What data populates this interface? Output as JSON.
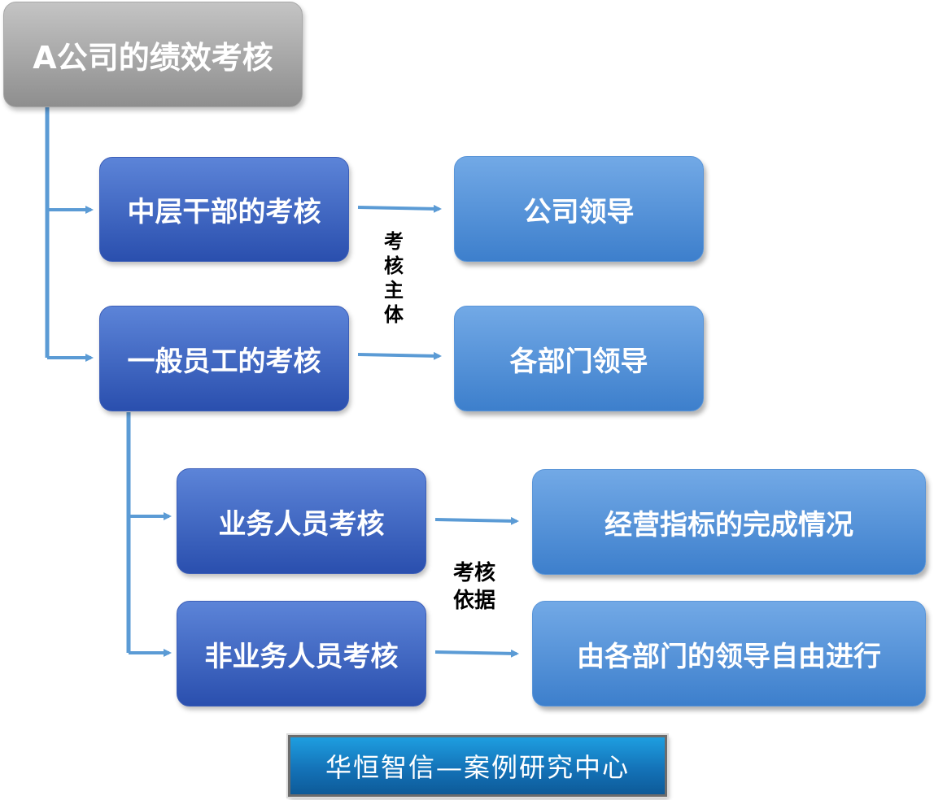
{
  "root": {
    "label": "A公司的绩效考核"
  },
  "level1": [
    {
      "label": "中层干部的考核",
      "target": "公司领导"
    },
    {
      "label": "一般员工的考核",
      "target": "各部门领导"
    }
  ],
  "level2": [
    {
      "label": "业务人员考核",
      "target": "经营指标的完成情况"
    },
    {
      "label": "非业务人员考核",
      "target": "由各部门的领导自由进行"
    }
  ],
  "annotations": {
    "subject": [
      "考",
      "核",
      "主",
      "体"
    ],
    "basis": [
      "考核",
      "依据"
    ]
  },
  "footer": {
    "text": "华恒智信—案例研究中心"
  },
  "colors": {
    "root_fill": "#a8a8a8",
    "dark_box": "#3b62c4",
    "light_box": "#5592dc",
    "connector": "#5b9bd5"
  }
}
